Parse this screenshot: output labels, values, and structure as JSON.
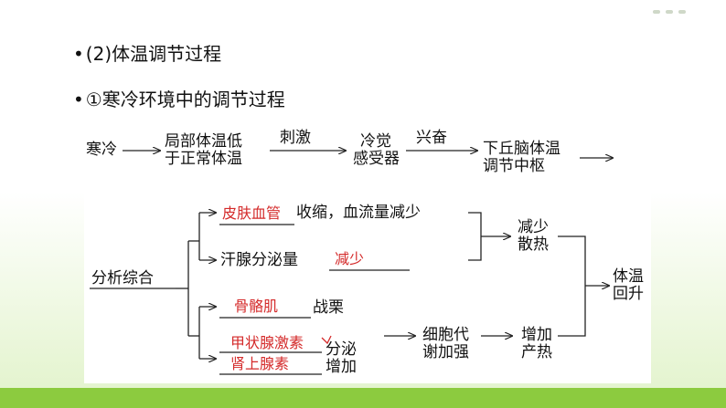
{
  "headings": {
    "h1": "(2)体温调节过程",
    "h2": "①寒冷环境中的调节过程"
  },
  "flow": {
    "cold": "寒冷",
    "local_temp": [
      "局部体温低",
      "于正常体温"
    ],
    "stimulus": "刺激",
    "receptor": [
      "冷觉",
      "感受器"
    ],
    "excite": "兴奋",
    "center": [
      "下丘脑体温",
      "调节中枢"
    ]
  },
  "analysis": {
    "label": "分析综合",
    "skin_vessel": "皮肤血管",
    "skin_effect": "收缩，血流量减少",
    "sweat": "汗腺分泌量",
    "sweat_answer": "减少",
    "reduce_heat": [
      "减少",
      "散热"
    ],
    "muscle": "骨骼肌",
    "shiver": "战栗",
    "hormone1": "甲状腺激素",
    "hormone2": "肾上腺素",
    "secrete": [
      "分泌",
      "增加"
    ],
    "metabolism": [
      "细胞代",
      "谢加强"
    ],
    "more_heat": [
      "增加",
      "产热"
    ],
    "temp_up": [
      "体温",
      "回升"
    ]
  },
  "colors": {
    "answer": "#d42a2a",
    "bar": "#8ccb3f"
  }
}
